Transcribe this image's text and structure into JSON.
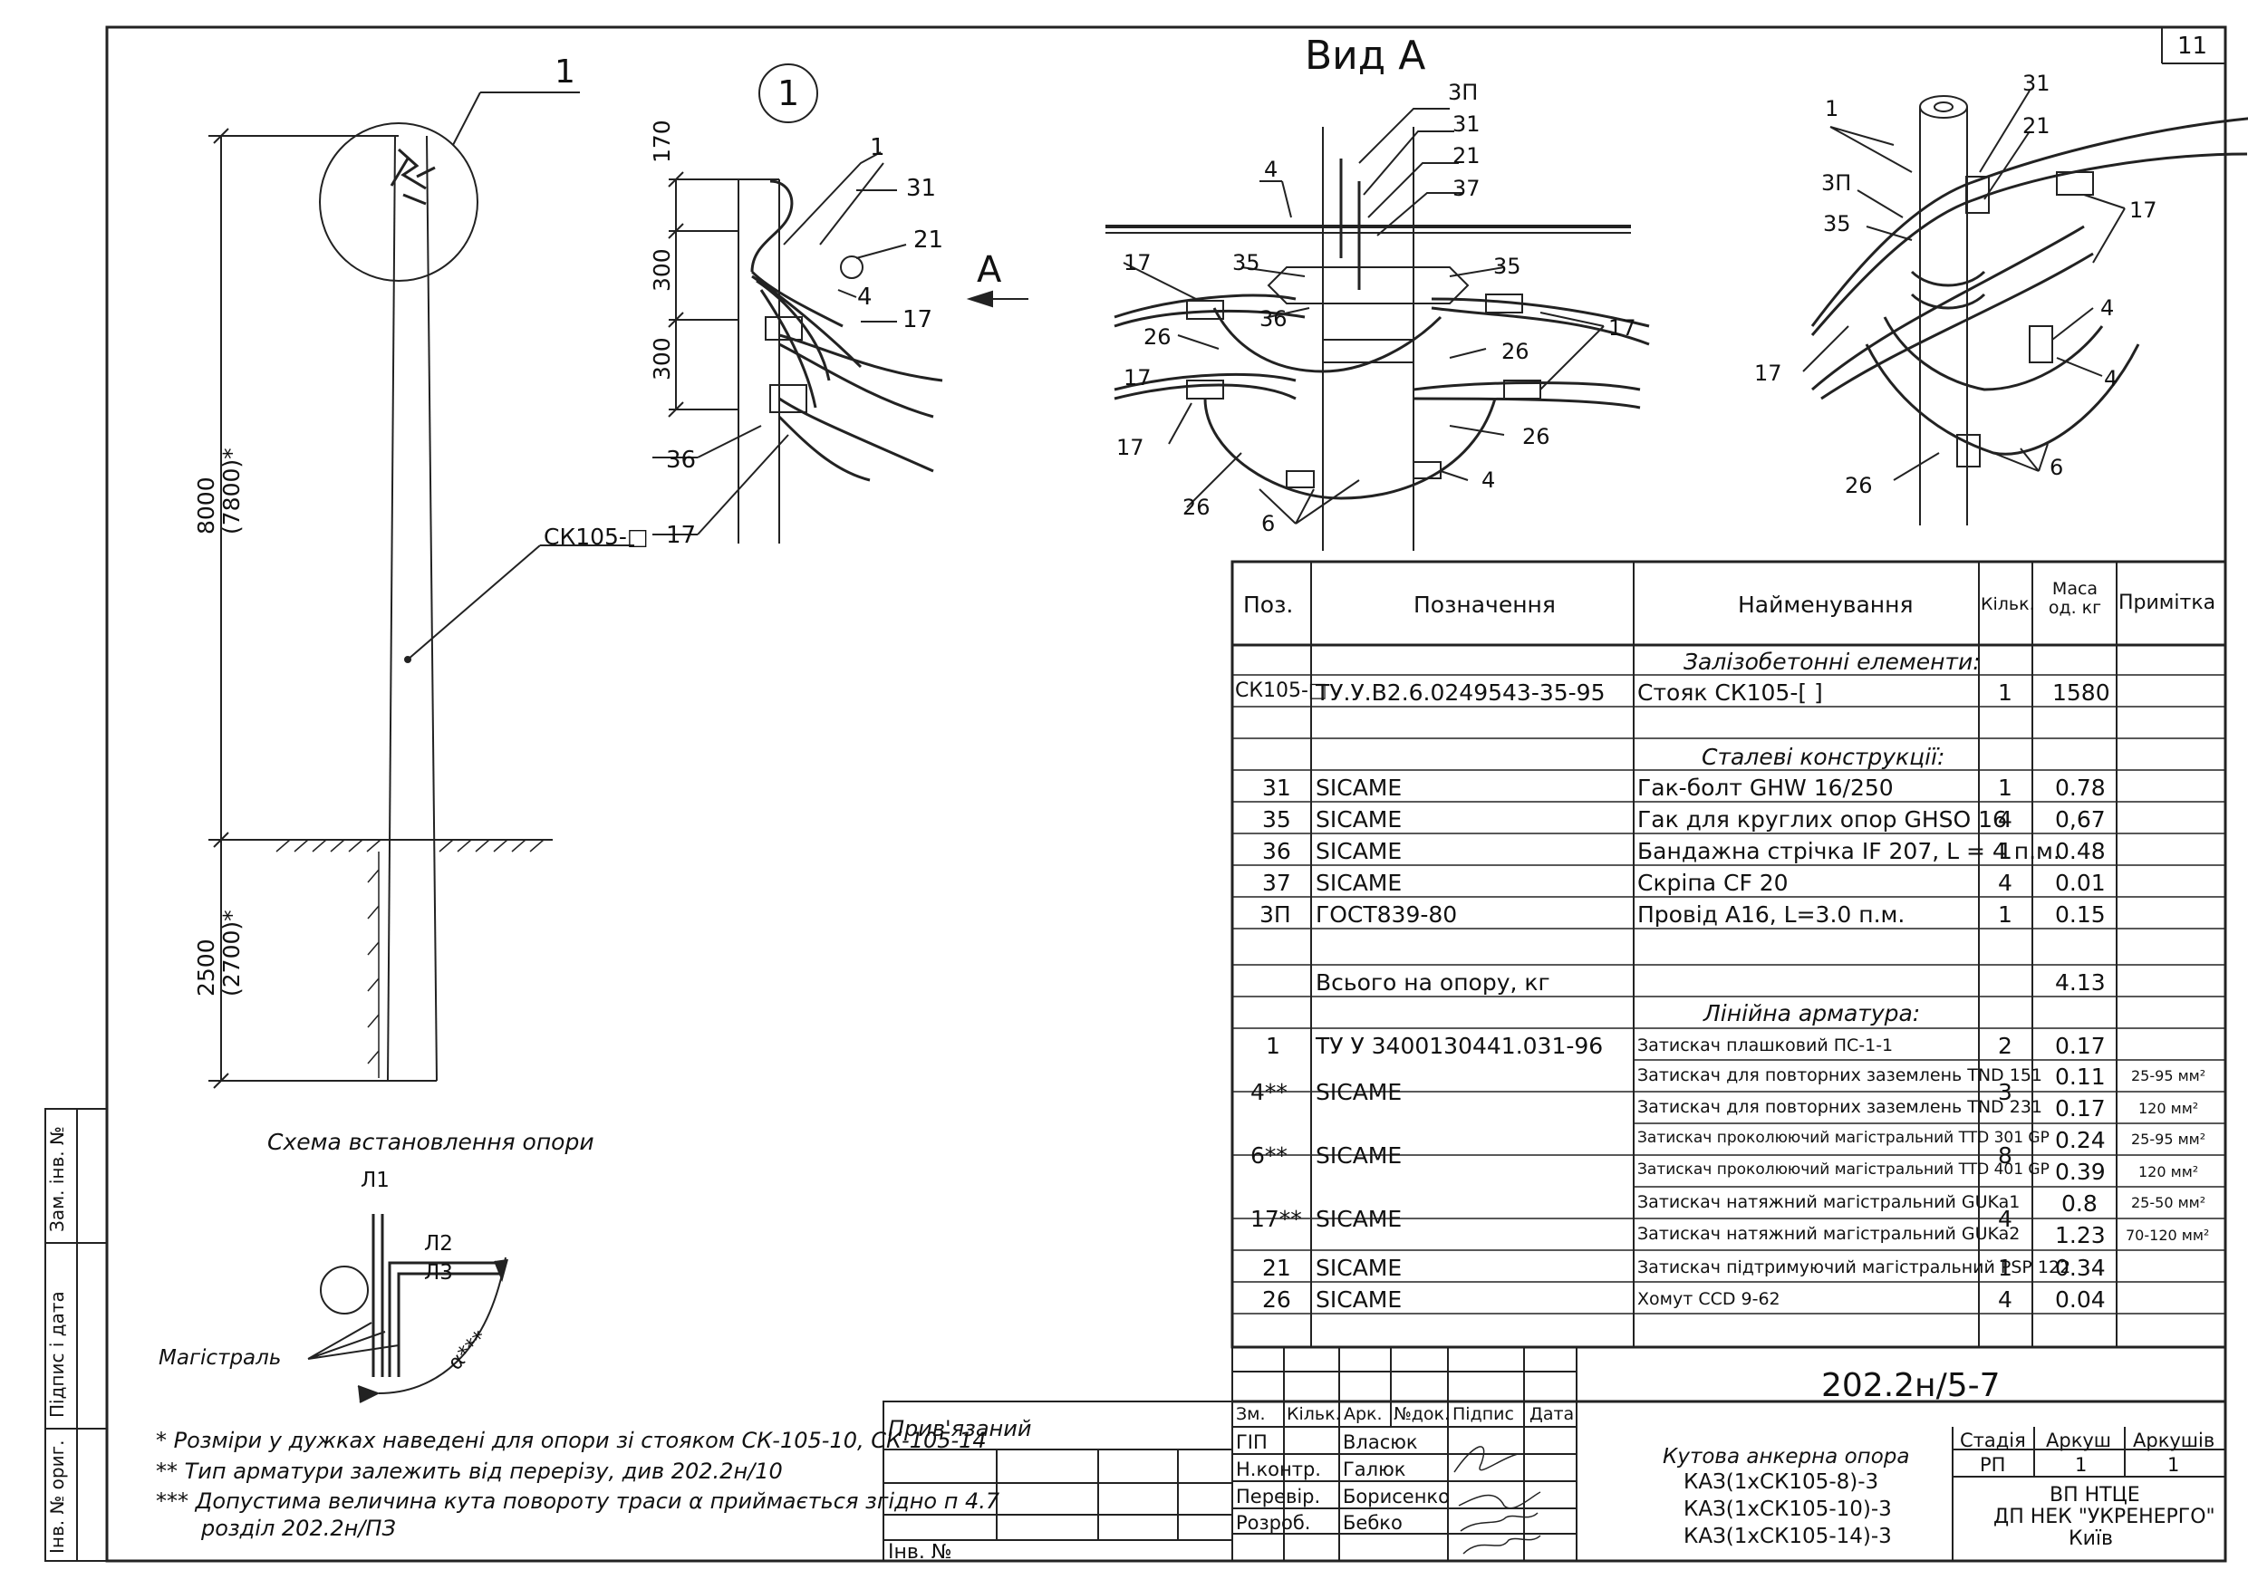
{
  "sheet": {
    "number": "11",
    "view_title": "Вид А",
    "callouts": {
      "detail_circle": "1",
      "detail_label": "1",
      "view_arrow": "А",
      "pole_label": "СК105-□",
      "dim_total": "8000",
      "dim_total_alt": "(7800)*",
      "dim_ground": "2500",
      "dim_ground_alt": "(2700)*",
      "dim_170": "170",
      "dim_300a": "300",
      "dim_300b": "300",
      "side_1": "1",
      "side_31": "31",
      "side_21": "21",
      "side_4": "4",
      "side_17a": "17",
      "side_36": "36",
      "side_17b": "17",
      "va_3p": "3П",
      "va_31": "31",
      "va_21": "21",
      "va_37": "37",
      "va_4a": "4",
      "va_17a": "17",
      "va_35a": "35",
      "va_35b": "35",
      "va_36": "36",
      "va_26a": "26",
      "va_26b": "26",
      "va_17b": "17",
      "va_17c": "17",
      "va_17d": "17",
      "va_26c": "26",
      "va_26d": "26",
      "va_4b": "4",
      "va_6": "6",
      "iso_1": "1",
      "iso_31": "31",
      "iso_21": "21",
      "iso_3p": "3П",
      "iso_35": "35",
      "iso_17a": "17",
      "iso_4a": "4",
      "iso_4b": "4",
      "iso_17b": "17",
      "iso_26": "26",
      "iso_6": "6"
    },
    "scheme": {
      "title": "Схема встановлення опори",
      "l1": "Л1",
      "l2": "Л2",
      "l3": "Л3",
      "main_label": "Магістраль",
      "angle": "α***"
    },
    "notes": [
      "* Розміри у дужках наведені для опори зі стояком СК-105-10, СК-105-14",
      "** Тип арматури залежить від перерізу, див 202.2н/10",
      "*** Допустима величина кута повороту траси α приймається згідно п 4.7",
      "розділ 202.2н/ПЗ"
    ],
    "side_stamp": [
      "Зам. інв. №",
      "Підпис і дата",
      "Інв. № ориг."
    ]
  },
  "spec_table": {
    "headers": [
      "Поз.",
      "Позначення",
      "Найменування",
      "Кільк.",
      "Маса од. кг",
      "Примітка"
    ],
    "rows": [
      {
        "type": "section",
        "text": "Залізобетонні елементи:"
      },
      {
        "pos": "СК105-□",
        "doc": "ТУ.У.В2.6.0249543-35-95",
        "name": "Стояк СК105-[          ]",
        "qty": "1",
        "mass": "1580",
        "note": ""
      },
      {
        "type": "blank"
      },
      {
        "type": "section",
        "text": "Сталеві конструкції:"
      },
      {
        "pos": "31",
        "doc": "SICAME",
        "name": "Гак-болт GHW 16/250",
        "qty": "1",
        "mass": "0.78",
        "note": ""
      },
      {
        "pos": "35",
        "doc": "SICAME",
        "name": "Гак для круглих опор GHSO 16",
        "qty": "4",
        "mass": "0,67",
        "note": ""
      },
      {
        "pos": "36",
        "doc": "SICAME",
        "name": "Бандажна стрічка IF 207, L = 4 п.м.",
        "qty": "1",
        "mass": "0.48",
        "note": ""
      },
      {
        "pos": "37",
        "doc": "SICAME",
        "name": "Скрiпа CF 20",
        "qty": "4",
        "mass": "0.01",
        "note": ""
      },
      {
        "pos": "3П",
        "doc": "ГОСТ839-80",
        "name": "Провід А16, L=3.0 п.м.",
        "qty": "1",
        "mass": "0.15",
        "note": ""
      },
      {
        "type": "blank"
      },
      {
        "pos": "",
        "doc": "Всього на опору, кг",
        "name": "",
        "qty": "",
        "mass": "4.13",
        "note": ""
      },
      {
        "type": "section",
        "text": "Лінійна арматура:"
      },
      {
        "pos": "1",
        "doc": "ТУ У 3400130441.031-96",
        "name": "Затискач плашковий ПС-1-1",
        "qty": "2",
        "mass": "0.17",
        "note": ""
      },
      {
        "pos": "4**",
        "doc": "SICAME",
        "name": "Затискач для повторних заземлень TND 151",
        "qty": "3",
        "mass": "0.11",
        "note": "25-95 мм²"
      },
      {
        "pos": "",
        "doc": "",
        "name": "Затискач для повторних заземлень TND 231",
        "qty": "",
        "mass": "0.17",
        "note": "120 мм²"
      },
      {
        "pos": "6**",
        "doc": "SICAME",
        "name": "Затискач проколюючий магістральний TTD 301 GP",
        "qty": "8",
        "mass": "0.24",
        "note": "25-95 мм²"
      },
      {
        "pos": "",
        "doc": "",
        "name": "Затискач проколюючий магістральний TTD 401 GP",
        "qty": "",
        "mass": "0.39",
        "note": "120 мм²"
      },
      {
        "pos": "17**",
        "doc": "SICAME",
        "name": "Затискач натяжний магістральний GUKa1",
        "qty": "4",
        "mass": "0.8",
        "note": "25-50 мм²"
      },
      {
        "pos": "",
        "doc": "",
        "name": "Затискач натяжний магістральний GUKa2",
        "qty": "",
        "mass": "1.23",
        "note": "70-120 мм²"
      },
      {
        "pos": "21",
        "doc": "SICAME",
        "name": "Затискач підтримуючий магістральний PSP 122",
        "qty": "1",
        "mass": "0.34",
        "note": ""
      },
      {
        "pos": "26",
        "doc": "SICAME",
        "name": "Хомут CCD 9-62",
        "qty": "4",
        "mass": "0.04",
        "note": ""
      }
    ]
  },
  "title_block": {
    "doc_code": "202.2н/5-7",
    "attached": "Прив'язаний",
    "inv_no": "Інв. №",
    "col_headers": [
      "Зм.",
      "Кільк.",
      "Арк.",
      "№док.",
      "Підпис",
      "Дата"
    ],
    "roles": [
      {
        "role": "ГІП",
        "name": "Власюк"
      },
      {
        "role": "Н.контр.",
        "name": "Галюк"
      },
      {
        "role": "Перевір.",
        "name": "Борисенко"
      },
      {
        "role": "Розроб.",
        "name": "Бебко"
      }
    ],
    "object_title": [
      "Кутова анкерна опора",
      "КАЗ(1хСК105-8)-3",
      "КАЗ(1хСК105-10)-3",
      "КАЗ(1хСК105-14)-3"
    ],
    "stage_label": "Стадія",
    "sheet_label": "Аркуш",
    "sheets_label": "Аркушів",
    "stage": "РП",
    "sheet": "1",
    "sheets": "1",
    "org": [
      "ВП НТЦЕ",
      "ДП НЕК \"УКРЕНЕРГО\"",
      "Київ"
    ]
  }
}
